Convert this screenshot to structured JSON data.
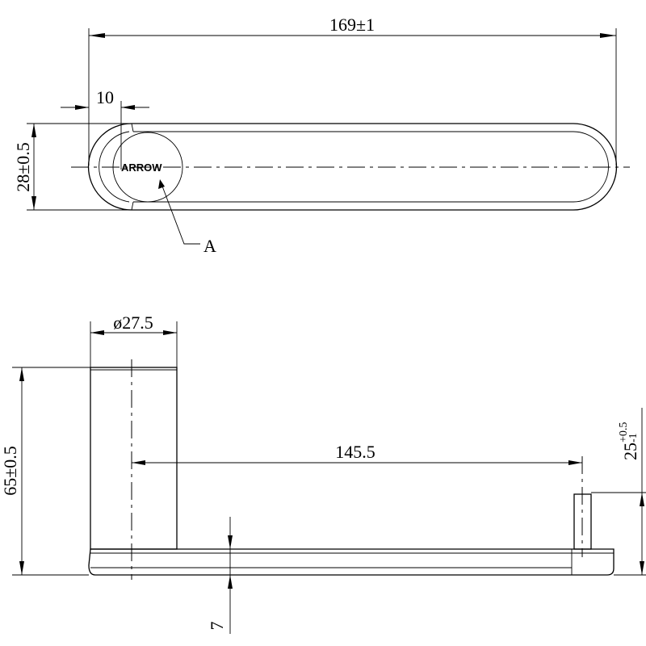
{
  "top_view": {
    "length_dim": "169±1",
    "offset_dim": "10",
    "width_dim": "28±0.5",
    "marking_text": "ARROW",
    "callout_label": "A"
  },
  "side_view": {
    "diameter_dim": "ø27.5",
    "height_dim": "65±0.5",
    "span_dim": "145.5",
    "thickness_dim": "7",
    "pin_dim": "25",
    "pin_tol_upper": "+0.5",
    "pin_tol_lower": "-1"
  }
}
